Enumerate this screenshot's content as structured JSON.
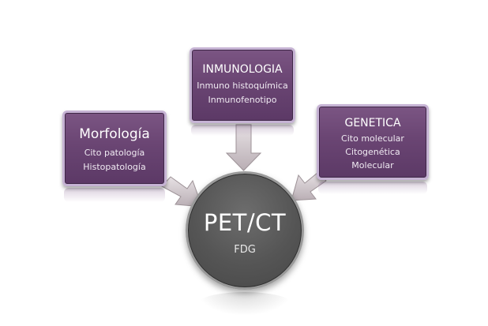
{
  "diagram": {
    "center": {
      "title": "PET/CT",
      "subtitle": "FDG"
    },
    "boxes": [
      {
        "id": "morfologia",
        "title": "Morfología",
        "lines": [
          "Cito patología",
          "Histopatología"
        ]
      },
      {
        "id": "inmunologia",
        "title": "INMUNOLOGIA",
        "lines": [
          "Inmuno histoquímica",
          "Inmunofenotipo"
        ]
      },
      {
        "id": "genetica",
        "title": "GENETICA",
        "lines": [
          "Cito molecular",
          "Citogenética",
          "Molecular"
        ]
      }
    ],
    "colors": {
      "box_fill": "#6a4573",
      "box_border": "#c6b3d4",
      "circle_fill": "#555555",
      "circle_border": "#9a9a9a",
      "arrow_fill": "#c9bfc4"
    }
  }
}
